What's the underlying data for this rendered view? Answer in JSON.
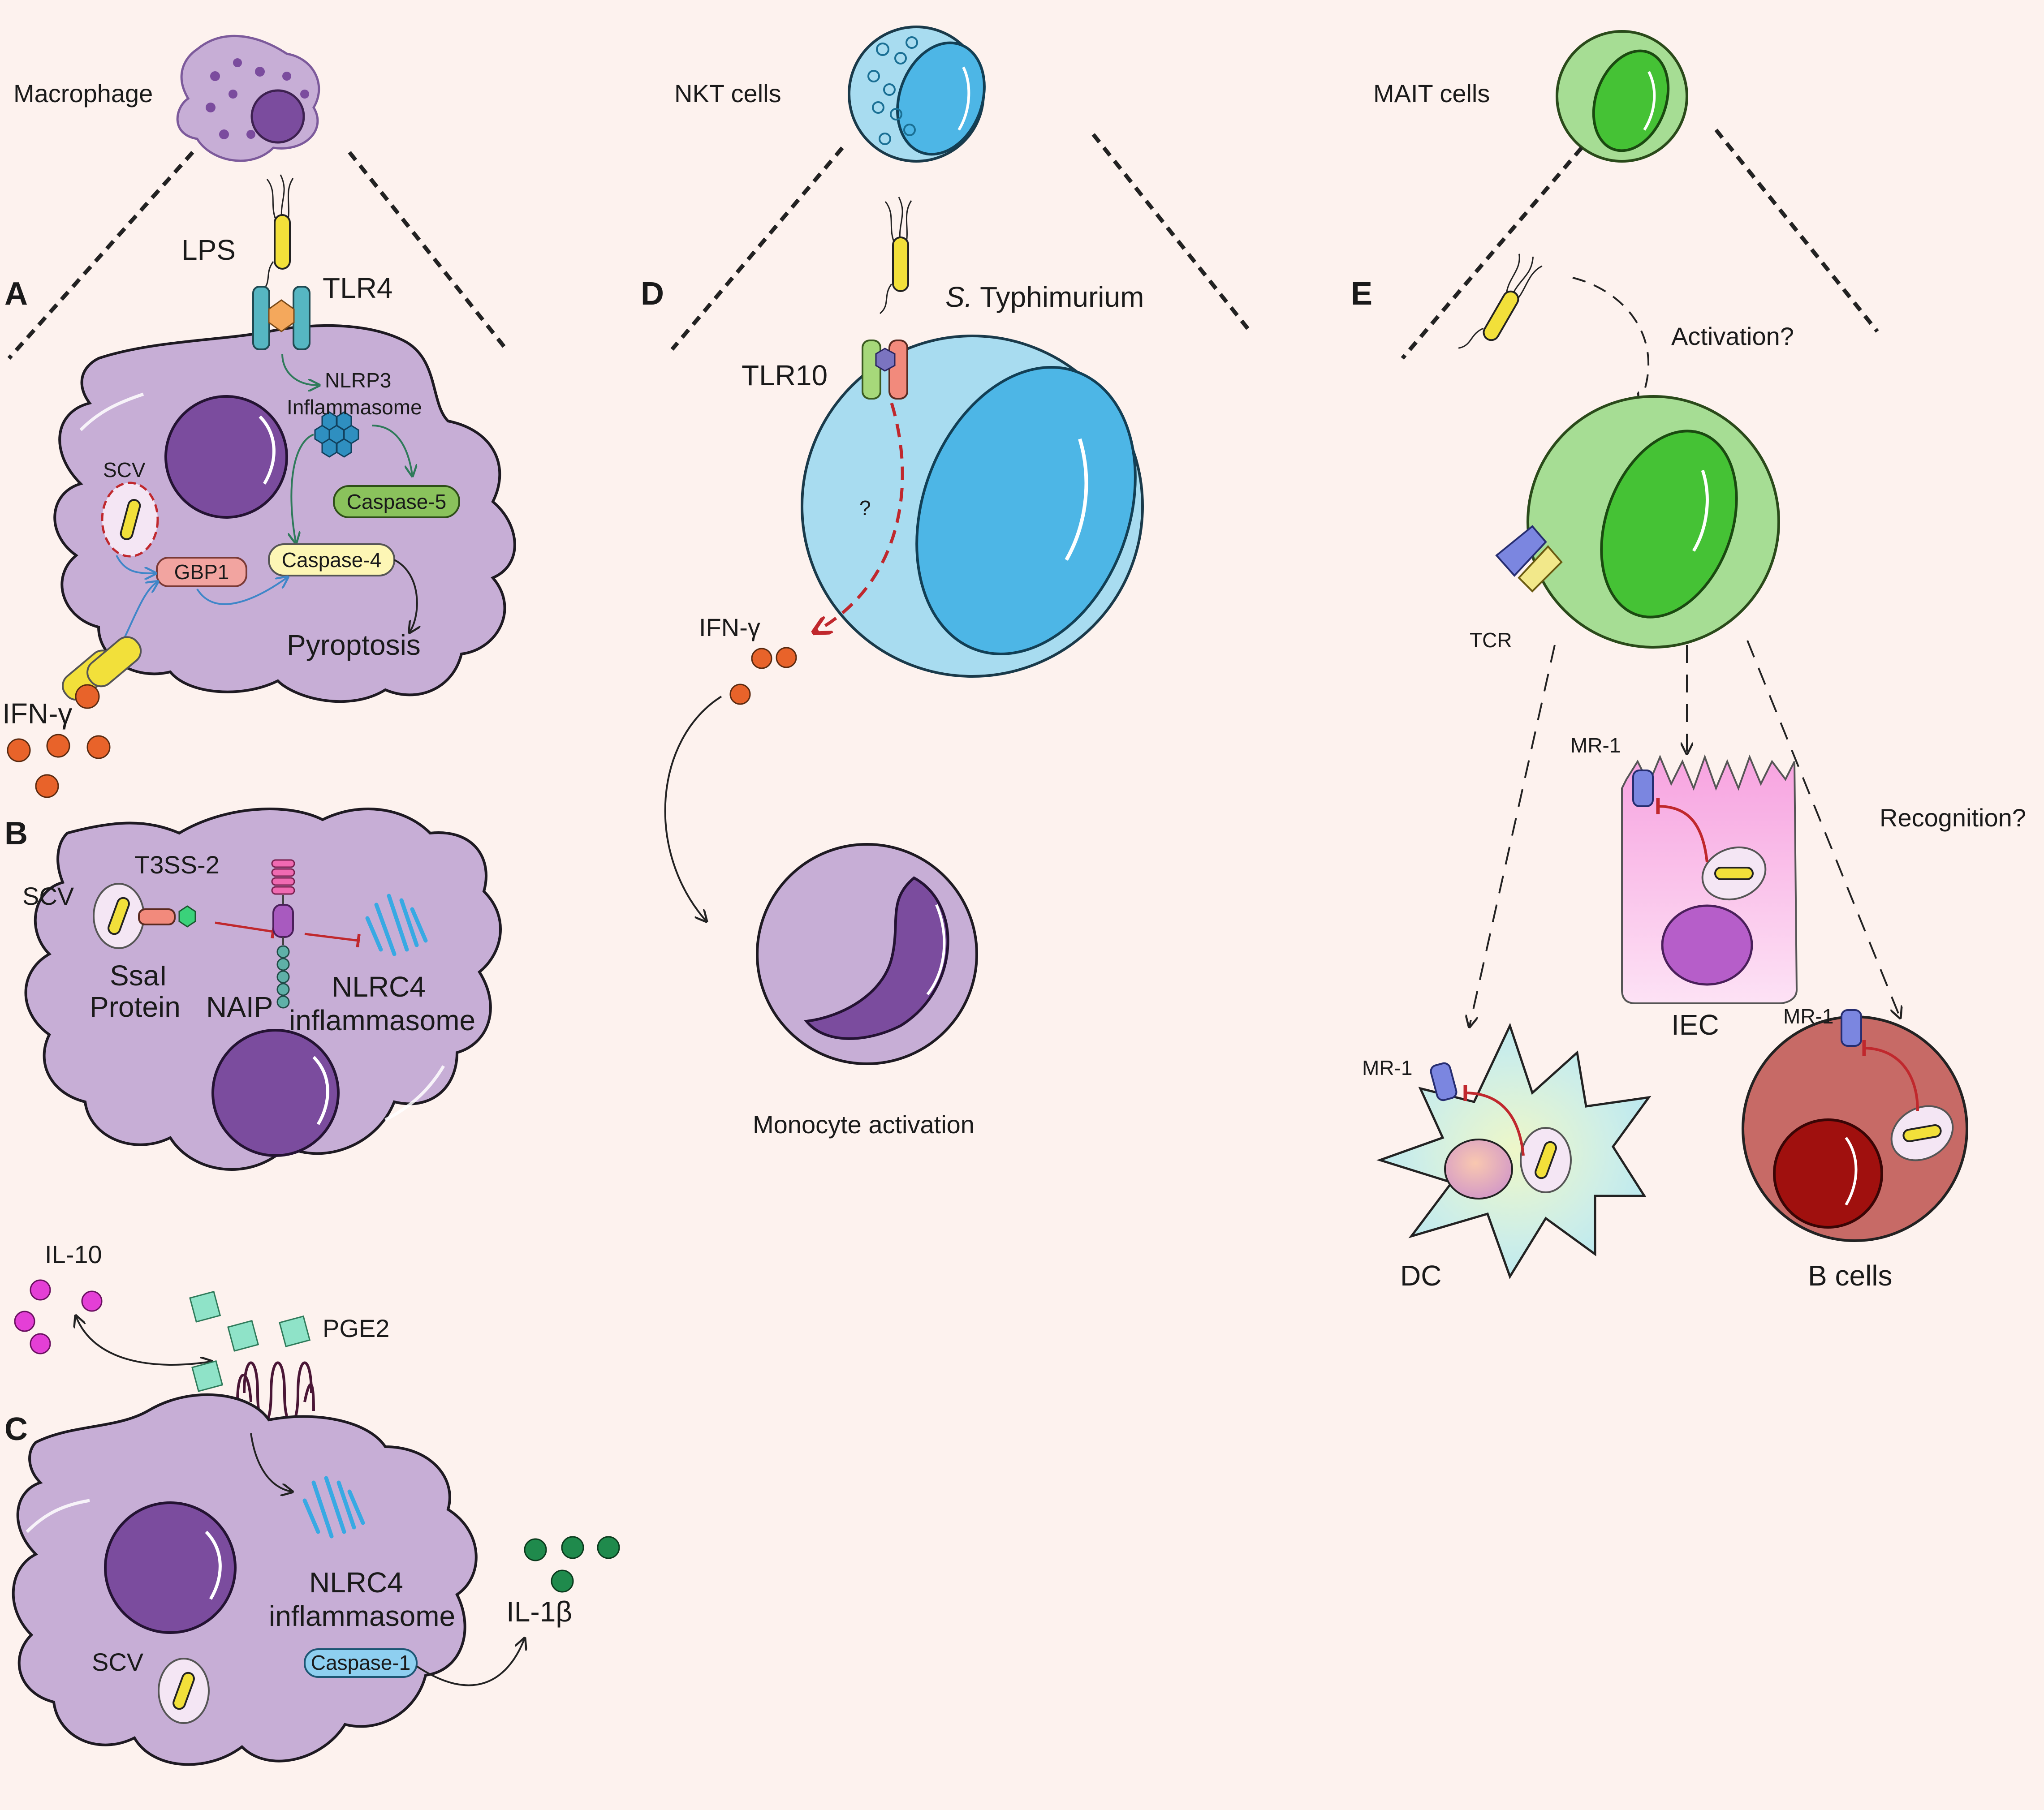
{
  "panels": {
    "A": "A",
    "B": "B",
    "C": "C",
    "D": "D",
    "E": "E"
  },
  "headers": {
    "macrophage": "Macrophage",
    "nkt": "NKT cells",
    "mait": "MAIT cells"
  },
  "panel_a": {
    "lps": "LPS",
    "tlr4": "TLR4",
    "nlrp3_line1": "NLRP3",
    "nlrp3_line2": "Inflammasome",
    "scv": "SCV",
    "caspase5": "Caspase-5",
    "caspase4": "Caspase-4",
    "gbp1": "GBP1",
    "pyroptosis": "Pyroptosis",
    "ifn": "IFN-γ"
  },
  "panel_b": {
    "t3ss": "T3SS-2",
    "scv": "SCV",
    "ssal_line1": "SsaI",
    "ssal_line2": "Protein",
    "naip": "NAIP",
    "nlrc4_line1": "NLRC4",
    "nlrc4_line2": "inflammasome"
  },
  "panel_c": {
    "il10": "IL-10",
    "pge2": "PGE2",
    "nlrc4_line1": "NLRC4",
    "nlrc4_line2": "inflammasome",
    "scv": "SCV",
    "caspase1": "Caspase-1",
    "il1b": "IL-1β"
  },
  "panel_d": {
    "species_italic": "S.",
    "species_rest": " Typhimurium",
    "tlr10": "TLR10",
    "question": "?",
    "ifn": "IFN-γ",
    "monocyte": "Monocyte activation"
  },
  "panel_e": {
    "activation": "Activation?",
    "tcr": "TCR",
    "mr1_iec": "MR-1",
    "mr1_dc": "MR-1",
    "mr1_b": "MR-1",
    "recognition": "Recognition?",
    "iec": "IEC",
    "dc": "DC",
    "bcells": "B cells"
  },
  "colors": {
    "background": "#fdf2ee",
    "macrophage_fill": "#c7aed6",
    "nucleus": "#7b4c9e",
    "nkt_fill": "#a8dcf0",
    "nkt_nucleus": "#4db6e6",
    "mait_fill": "#a6dd94",
    "mait_nucleus": "#45c235",
    "bacteria": "#f2e03a",
    "inhibit_red": "#c0282d",
    "ifn_orange": "#e8632a",
    "il10_magenta": "#e43fd6",
    "il1b_green": "#1f8a4c",
    "nlrc4_blue": "#38a9e3"
  }
}
